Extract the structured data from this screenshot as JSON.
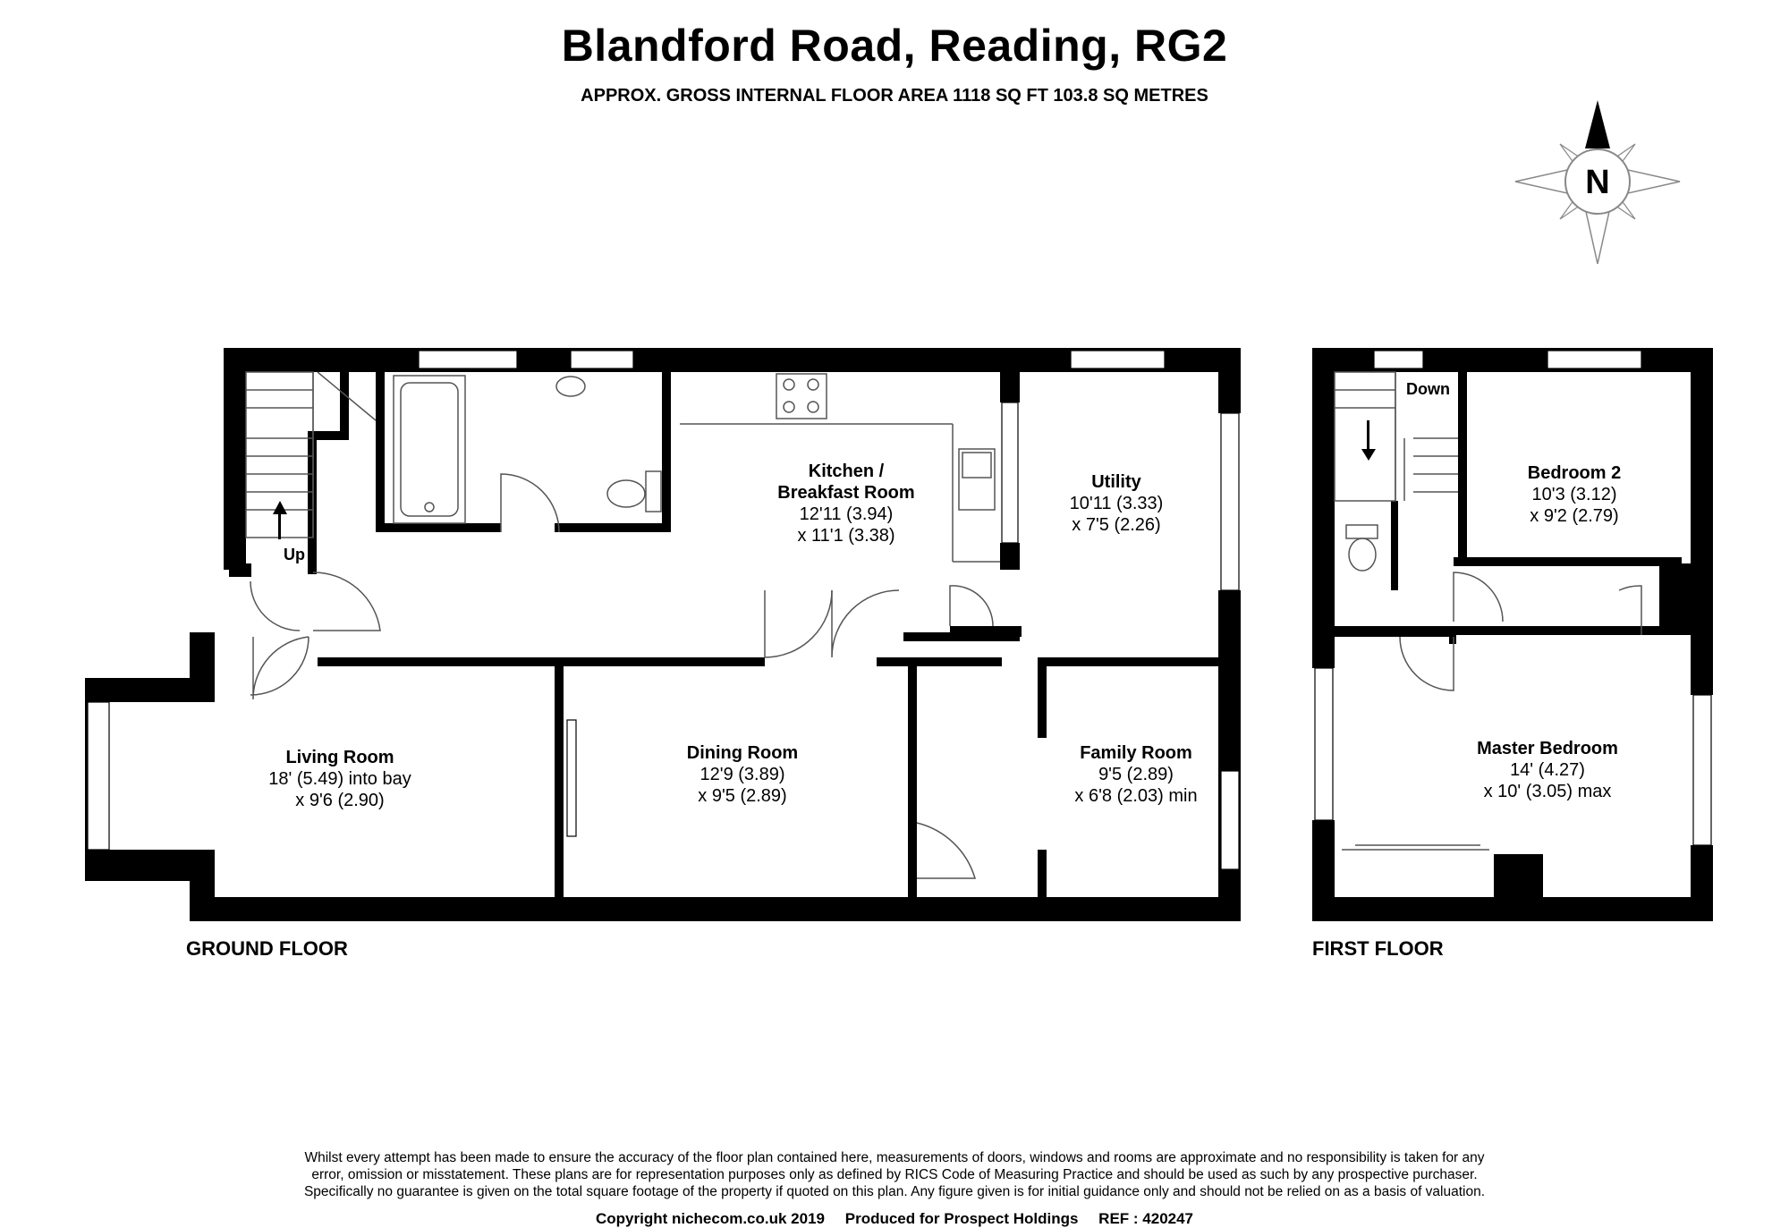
{
  "header": {
    "title": "Blandford Road, Reading, RG2",
    "subtitle": "APPROX. GROSS INTERNAL FLOOR AREA 1118 SQ FT 103.8 SQ METRES"
  },
  "compass": {
    "letter": "N"
  },
  "ground_floor": {
    "label": "GROUND FLOOR",
    "stairs_label": "Up",
    "rooms": {
      "kitchen": {
        "name_line1": "Kitchen /",
        "name_line2": "Breakfast Room",
        "dim1": "12'11 (3.94)",
        "dim2": "x 11'1 (3.38)"
      },
      "utility": {
        "name": "Utility",
        "dim1": "10'11 (3.33)",
        "dim2": "x 7'5 (2.26)"
      },
      "living": {
        "name": "Living Room",
        "dim1": "18' (5.49) into bay",
        "dim2": "x 9'6 (2.90)"
      },
      "dining": {
        "name": "Dining Room",
        "dim1": "12'9 (3.89)",
        "dim2": "x 9'5 (2.89)"
      },
      "family": {
        "name": "Family Room",
        "dim1": "9'5 (2.89)",
        "dim2": "x 6'8 (2.03) min"
      }
    }
  },
  "first_floor": {
    "label": "FIRST FLOOR",
    "stairs_label": "Down",
    "rooms": {
      "bedroom2": {
        "name": "Bedroom 2",
        "dim1": "10'3 (3.12)",
        "dim2": "x 9'2 (2.79)"
      },
      "master": {
        "name": "Master Bedroom",
        "dim1": "14' (4.27)",
        "dim2": "x 10' (3.05) max"
      }
    }
  },
  "footer": {
    "disclaimer_line1": "Whilst every attempt has been made to ensure the accuracy of the floor plan contained here, measurements of doors, windows and rooms are approximate and no responsibility is taken for any",
    "disclaimer_line2": "error, omission or misstatement. These plans are for representation purposes only as defined by RICS Code of Measuring Practice and should be used as such by any prospective purchaser.",
    "disclaimer_line3": "Specifically no guarantee is given on the total square footage of the property if quoted on this plan. Any figure given is for initial guidance only and should not be relied on as a basis of valuation.",
    "copyright": "Copyright nichecom.co.uk 2019",
    "produced_for": "Produced for Prospect Holdings",
    "ref": "REF : 420247"
  }
}
